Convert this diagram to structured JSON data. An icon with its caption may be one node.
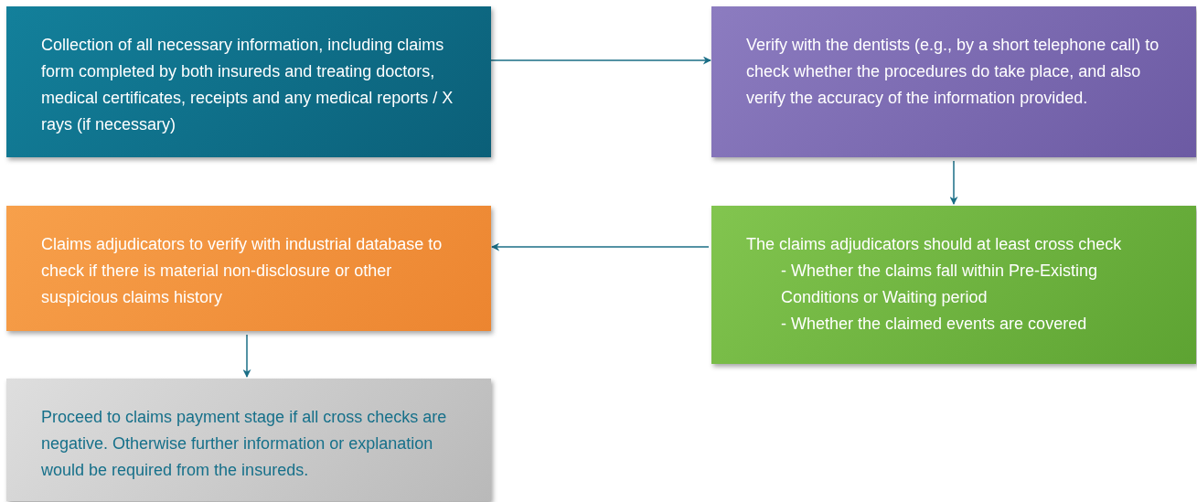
{
  "diagram": {
    "nodes": [
      {
        "text": [
          "Collection of all necessary information, including claims form completed by both insureds and treating doctors, medical certificates, receipts and any medical reports / X rays (if necessary)"
        ]
      },
      {
        "text": [
          "Verify with the dentists (e.g., by a short telephone call) to check whether the procedures do take place, and also verify the accuracy of the information provided."
        ]
      },
      {
        "text": [
          "The claims adjudicators should at least cross check",
          "- Whether the claims fall within Pre-Existing Conditions or Waiting period",
          "- Whether the claimed events are covered"
        ]
      },
      {
        "text": [
          "Claims adjudicators to verify with industrial database to check if there is material non-disclosure or other suspicious claims history"
        ]
      },
      {
        "text": [
          "Proceed to claims payment stage if all cross checks are negative. Otherwise further information or explanation would be required from the insureds."
        ]
      }
    ],
    "edges": [
      {
        "from": 0,
        "to": 1,
        "arrow": "to"
      },
      {
        "from": 1,
        "to": 2,
        "arrow": "to"
      },
      {
        "from": 2,
        "to": 3,
        "arrow": "to"
      },
      {
        "from": 3,
        "to": 4,
        "arrow": "to"
      }
    ]
  }
}
